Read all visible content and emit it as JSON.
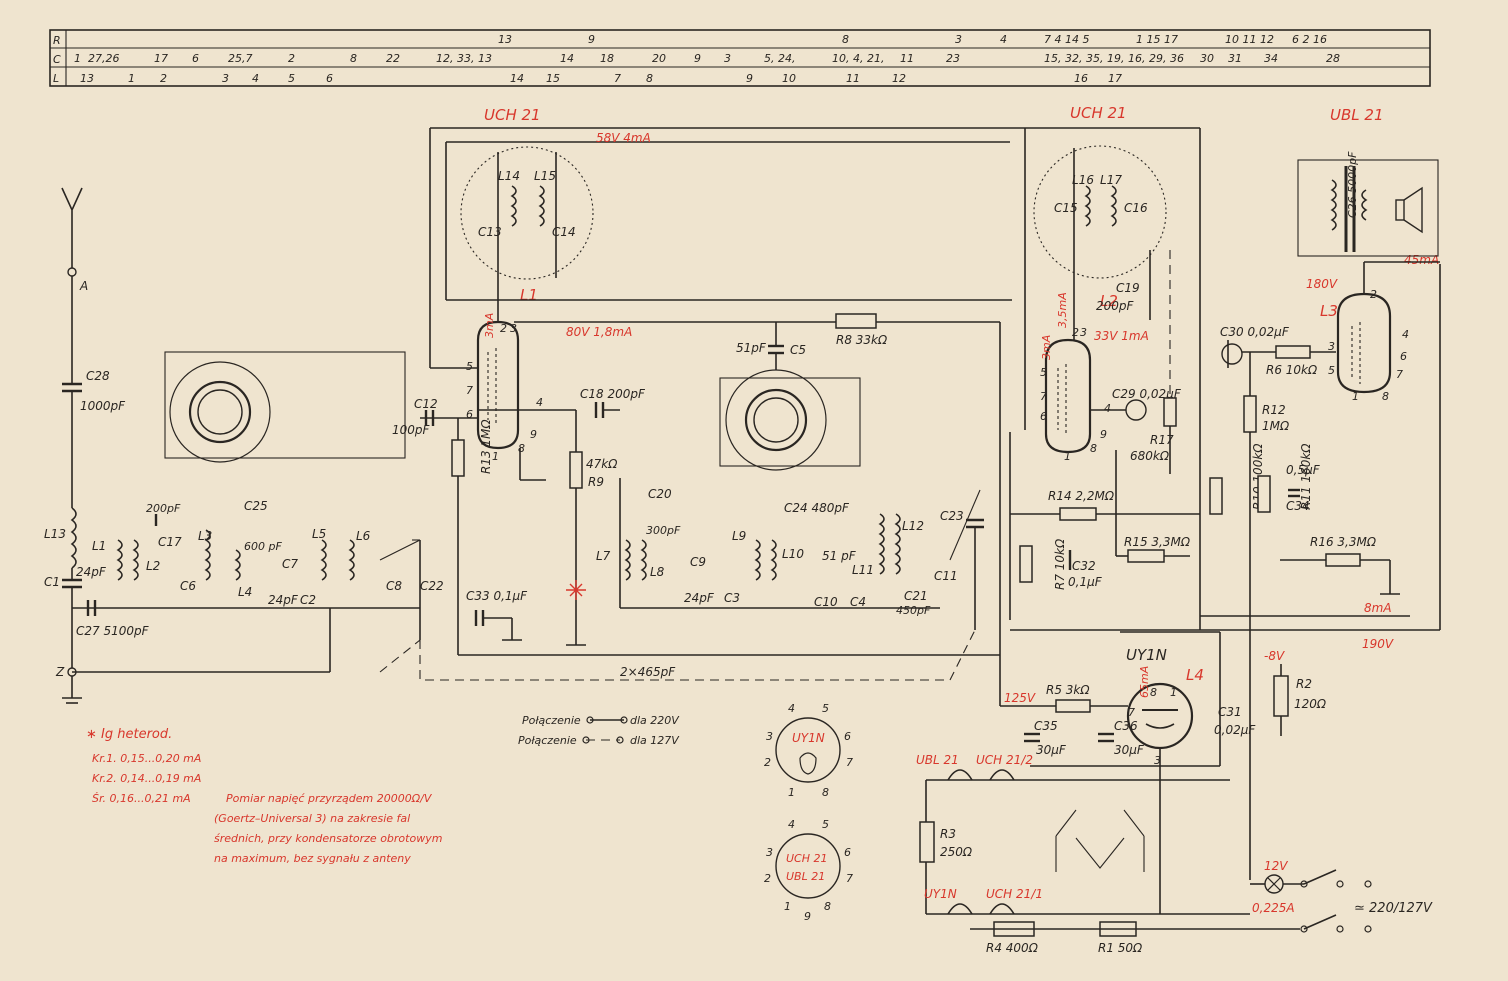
{
  "reference_table": {
    "row_labels": [
      "R",
      "C",
      "L"
    ],
    "r_row": [
      "13",
      "9",
      "8",
      "3",
      "4",
      "7 4 14 5",
      "1 15 17",
      "10 11 12",
      "6 2 16"
    ],
    "c_row": [
      "1",
      "27,26",
      "17",
      "6",
      "25,7",
      "2",
      "8",
      "22",
      "12, 33, 13",
      "14",
      "18",
      "20",
      "9",
      "3",
      "5, 24,",
      "10, 4, 21,",
      "11",
      "23",
      "15, 32, 35, 19, 16, 29, 36",
      "30",
      "31",
      "34",
      "28"
    ],
    "l_row": [
      "13",
      "1",
      "2",
      "3",
      "4",
      "5",
      "6",
      "14",
      "15",
      "7",
      "8",
      "9",
      "10",
      "11",
      "12",
      "16",
      "17"
    ]
  },
  "tube_labels": {
    "uch21_a": "UCH 21",
    "uch21_b": "UCH 21",
    "ubl21": "UBL 21",
    "uy1n": "UY1N",
    "l1": "L1",
    "l2": "L2",
    "l3": "L3",
    "l4": "L4"
  },
  "voltages": {
    "v58": "58V  4mA",
    "v80": "80V  1,8mA",
    "v33": "33V  1mA",
    "v180": "180V",
    "i45": "45mA",
    "i3a": "3mA",
    "i35": "3,5mA",
    "i3b": "3mA",
    "v125": "125V",
    "i65": "65mA",
    "i8": "8mA",
    "v190": "190V",
    "vm8": "-8V",
    "v12": "12V"
  },
  "components": {
    "c28": "C28",
    "c28v": "1000pF",
    "c12": "C12",
    "c12v": "100pF",
    "c18": "C18 200pF",
    "c5": "C5",
    "c5v": "51pF",
    "r8": "R8 33kΩ",
    "r13": "R13 1MΩ",
    "r9": "R9",
    "r9v": "47kΩ",
    "c20": "C20",
    "c20v": "300pF",
    "c24": "C24 480pF",
    "c23": "C23",
    "c21": "C21",
    "c21v": "450pF",
    "c33": "C33 0,1μF",
    "c27": "C27 5100pF",
    "c17": "C17",
    "c17v": "200pF",
    "c25": "C25",
    "c25v": "600 pF",
    "c1v": "24pF",
    "c7v": "24pF",
    "c9v": "24pF",
    "c10v": "51 pF",
    "gang": "2×465pF",
    "c29": "C29 0,02μF",
    "r17": "R17",
    "r17v": "680kΩ",
    "c19": "C19",
    "c19v": "200pF",
    "r14": "R14 2,2MΩ",
    "r7": "R7 10kΩ",
    "c32": "C32",
    "c32v": "0,1μF",
    "r15": "R15 3,3MΩ",
    "c30": "C30 0,02μF",
    "r6": "R6 10kΩ",
    "r12": "R12",
    "r12v": "1MΩ",
    "r10": "R10 100kΩ",
    "r11": "R11 160kΩ",
    "c34": "C34",
    "c34v": "0,5μF",
    "r16": "R16 3,3MΩ",
    "c26": "C26 5000pF",
    "r5": "R5 3kΩ",
    "c35": "C35",
    "c35v": "30μF",
    "c36": "C36",
    "c36v": "30μF",
    "c31": "C31",
    "c31v": "0,02μF",
    "r2": "R2",
    "r2v": "120Ω",
    "r3": "R3",
    "r3v": "250Ω",
    "r4": "R4 400Ω",
    "r1": "R1 50Ω",
    "lamp": "0,225A",
    "mains": "≃ 220/127V",
    "heater_ubl21": "UBL 21",
    "heater_uch21_2": "UCH 21/2",
    "heater_uy1n": "UY1N",
    "heater_uch21_1": "UCH 21/1"
  },
  "legend": {
    "connection_220": "Połączenie",
    "label_220": "dla 220V",
    "connection_127": "Połączenie",
    "label_127": "dla 127V"
  },
  "notes": {
    "heterodyne": "∗ Ig heterod.",
    "kr1": "Kr.1.  0,15...0,20 mA",
    "kr2": "Kr.2.  0,14...0,19 mA",
    "sr": "Śr.    0,16...0,21 mA",
    "line1": "Pomiar napięć przyrządem 20000Ω/V",
    "line2": "(Goertz–Universal 3) na zakresie fal",
    "line3": "średnich, przy kondensatorze obrotowym",
    "line4": "na maximum, bez sygnału z anteny"
  },
  "socket_uy1n": {
    "label": "UY1N",
    "pins": [
      "4",
      "5",
      "3",
      "6",
      "2",
      "7",
      "1",
      "8"
    ]
  },
  "socket_uch_ubl": {
    "label1": "UCH 21",
    "label2": "UBL 21",
    "pins": [
      "4",
      "5",
      "3",
      "6",
      "2",
      "7",
      "1",
      "8",
      "9"
    ]
  },
  "terminals": {
    "a": "A",
    "z": "Z"
  }
}
